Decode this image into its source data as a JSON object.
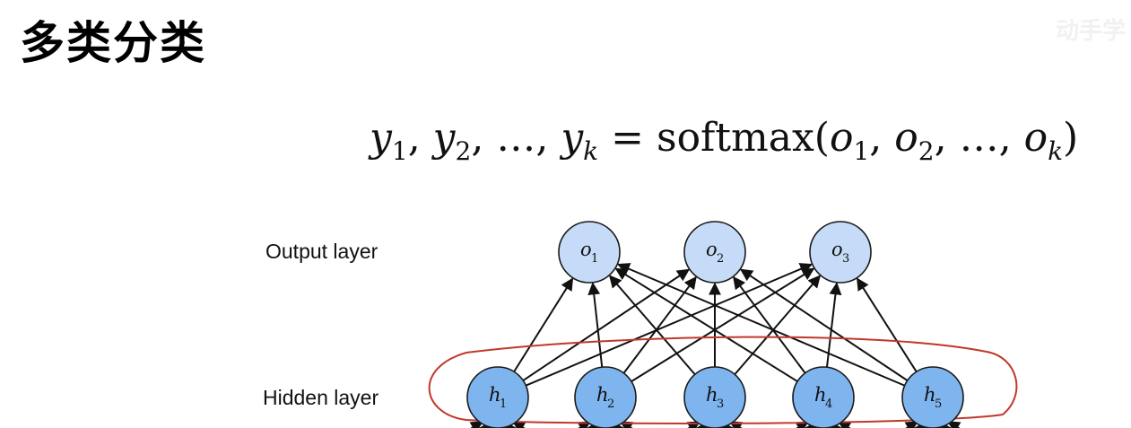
{
  "title": "多类分类",
  "watermark": "动手学",
  "formula": {
    "lhs": [
      {
        "var": "y",
        "sub": "1",
        "sep": ", "
      },
      {
        "var": "y",
        "sub": "2",
        "sep": ", …, "
      },
      {
        "var": "y",
        "sub": "k",
        "sep": ""
      }
    ],
    "equals": " = ",
    "func": "softmax(",
    "rhs": [
      {
        "var": "o",
        "sub": "1",
        "sep": ", "
      },
      {
        "var": "o",
        "sub": "2",
        "sep": ", …, "
      },
      {
        "var": "o",
        "sub": "k",
        "sep": ""
      }
    ],
    "close": ")"
  },
  "layers": {
    "output_label": "Output layer",
    "hidden_label": "Hidden layer"
  },
  "output_nodes": [
    {
      "var": "o",
      "sub": "1"
    },
    {
      "var": "o",
      "sub": "2"
    },
    {
      "var": "o",
      "sub": "3"
    }
  ],
  "hidden_nodes": [
    {
      "var": "h",
      "sub": "1"
    },
    {
      "var": "h",
      "sub": "2"
    },
    {
      "var": "h",
      "sub": "3"
    },
    {
      "var": "h",
      "sub": "4"
    },
    {
      "var": "h",
      "sub": "5"
    }
  ],
  "colors": {
    "output_fill": "#c6dbf7",
    "hidden_fill": "#7fb5ef",
    "node_stroke": "#1a1a1a",
    "edge": "#111111",
    "highlight_ellipse": "#c0392b"
  },
  "connectivity": "fully-connected hidden to output"
}
